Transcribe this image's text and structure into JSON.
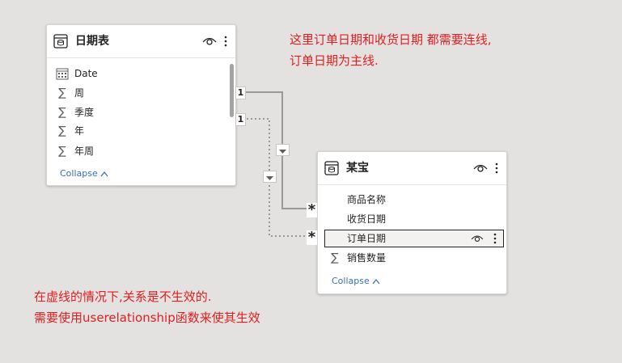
{
  "table_dates": {
    "title": "日期表",
    "fields": [
      {
        "icon": "calendar-icon",
        "label": "Date"
      },
      {
        "icon": "sigma-icon",
        "label": "周"
      },
      {
        "icon": "sigma-icon",
        "label": "季度"
      },
      {
        "icon": "sigma-icon",
        "label": "年"
      },
      {
        "icon": "sigma-icon",
        "label": "年周"
      }
    ],
    "collapse_label": "Collapse"
  },
  "table_store": {
    "title": "某宝",
    "fields": [
      {
        "icon": "",
        "label": "商品名称"
      },
      {
        "icon": "",
        "label": "收货日期"
      },
      {
        "icon": "",
        "label": "订单日期"
      },
      {
        "icon": "sigma-icon",
        "label": "销售数量"
      }
    ],
    "collapse_label": "Collapse"
  },
  "relationships": [
    {
      "from_card": "1",
      "to_card": "*",
      "style": "solid"
    },
    {
      "from_card": "1",
      "to_card": "*",
      "style": "dotted"
    }
  ],
  "notes": {
    "top_line1": "这里订单日期和收货日期 都需要连线,",
    "top_line2": "订单日期为主线.",
    "bottom_line1": "在虚线的情况下,关系是不生效的.",
    "bottom_line2": "需要使用userelationship函数来使其生效"
  },
  "colors": {
    "annotation": "#e02020",
    "link": "#3a6fb5"
  }
}
